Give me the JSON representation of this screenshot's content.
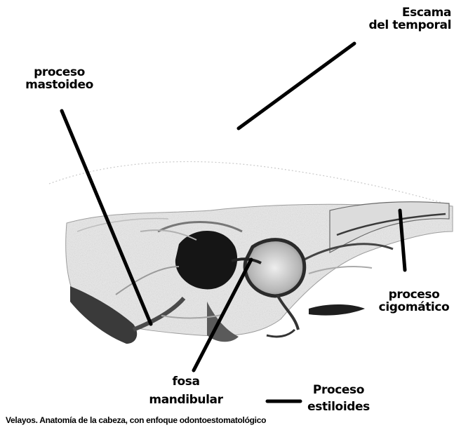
{
  "labels": {
    "escama": {
      "line1": "Escama",
      "line2": "del temporal"
    },
    "mastoideo": {
      "line1": "proceso",
      "line2": "mastoideo"
    },
    "cigomatico": {
      "line1": "proceso",
      "line2": "cigomático"
    },
    "fosa": {
      "line1": "fosa",
      "line2": "mandibular"
    },
    "estiloides": {
      "line1": "Proceso",
      "line2": "estiloides"
    }
  },
  "caption": "Velayos. Anatomía de la cabeza, con enfoque odontoestomatológico",
  "colors": {
    "background": "#ffffff",
    "ink": "#000000",
    "bone_dark": "#1a1a1a",
    "bone_mid": "#8a8a8a",
    "bone_light": "#d8d8d8"
  }
}
